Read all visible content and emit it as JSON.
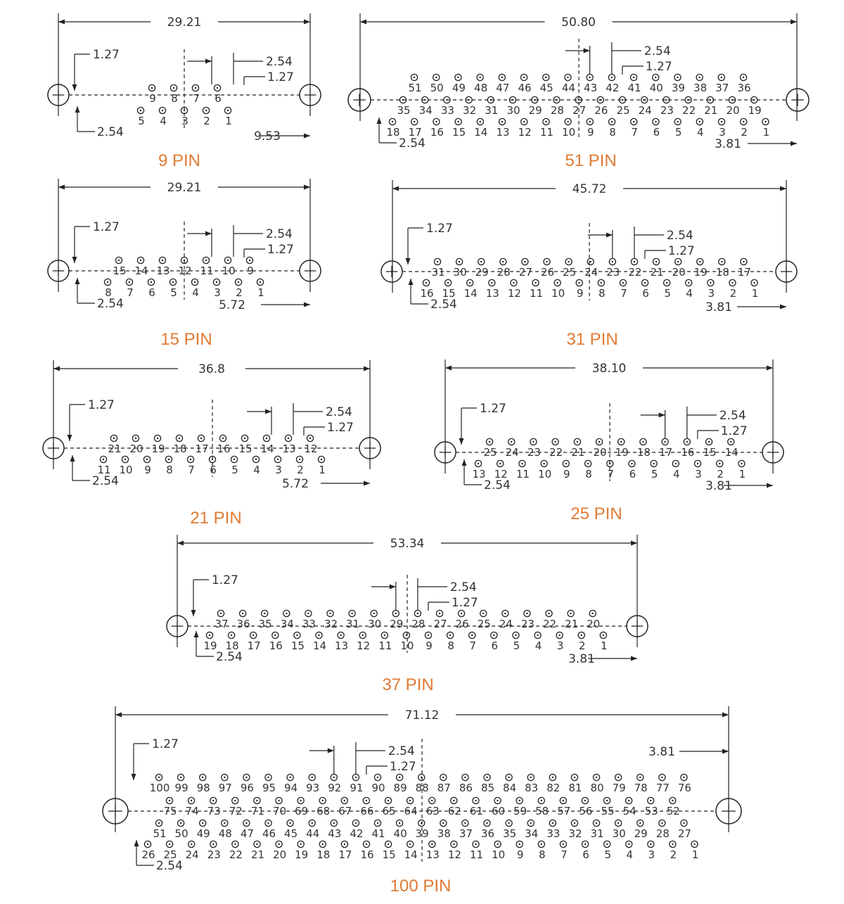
{
  "connectors": [
    {
      "id": "p9",
      "title": "9 PIN",
      "overall_width": "29.21",
      "pitch": "2.54",
      "half_pitch": "1.27",
      "row_offset": "2.54",
      "side_offset_label": "1.27",
      "edge_offset": "9.53",
      "rows": [
        [
          "9",
          "8",
          "7",
          "6"
        ],
        [
          "5",
          "4",
          "3",
          "2",
          "1"
        ]
      ]
    },
    {
      "id": "p51",
      "title": "51 PIN",
      "overall_width": "50.80",
      "pitch": "2.54",
      "half_pitch": "1.27",
      "row_offset": "2.54",
      "edge_offset": "3.81",
      "rows": [
        [
          "51",
          "50",
          "49",
          "48",
          "47",
          "46",
          "45",
          "44",
          "43",
          "42",
          "41",
          "40",
          "39",
          "38",
          "37",
          "36"
        ],
        [
          "35",
          "34",
          "33",
          "32",
          "31",
          "30",
          "29",
          "28",
          "27",
          "26",
          "25",
          "24",
          "23",
          "22",
          "21",
          "20",
          "19"
        ],
        [
          "18",
          "17",
          "16",
          "15",
          "14",
          "13",
          "12",
          "11",
          "10",
          "9",
          "8",
          "7",
          "6",
          "5",
          "4",
          "3",
          "2",
          "1"
        ]
      ]
    },
    {
      "id": "p15",
      "title": "15 PIN",
      "overall_width": "29.21",
      "pitch": "2.54",
      "half_pitch": "1.27",
      "row_offset": "2.54",
      "side_offset_label": "1.27",
      "edge_offset": "5.72",
      "rows": [
        [
          "15",
          "14",
          "13",
          "12",
          "11",
          "10",
          "9"
        ],
        [
          "8",
          "7",
          "6",
          "5",
          "4",
          "3",
          "2",
          "1"
        ]
      ]
    },
    {
      "id": "p31",
      "title": "31 PIN",
      "overall_width": "45.72",
      "pitch": "2.54",
      "half_pitch": "1.27",
      "row_offset": "2.54",
      "side_offset_label": "1.27",
      "edge_offset": "3.81",
      "rows": [
        [
          "31",
          "30",
          "29",
          "28",
          "27",
          "26",
          "25",
          "24",
          "23",
          "22",
          "21",
          "20",
          "19",
          "18",
          "17"
        ],
        [
          "16",
          "15",
          "14",
          "13",
          "12",
          "11",
          "10",
          "9",
          "8",
          "7",
          "6",
          "5",
          "4",
          "3",
          "2",
          "1"
        ]
      ]
    },
    {
      "id": "p21",
      "title": "21 PIN",
      "overall_width": "36.8",
      "pitch": "2.54",
      "half_pitch": "1.27",
      "row_offset": "2.54",
      "side_offset_label": "1.27",
      "edge_offset": "5.72",
      "rows": [
        [
          "21",
          "20",
          "19",
          "18",
          "17",
          "16",
          "15",
          "14",
          "13",
          "12"
        ],
        [
          "11",
          "10",
          "9",
          "8",
          "7",
          "6",
          "5",
          "4",
          "3",
          "2",
          "1"
        ]
      ]
    },
    {
      "id": "p25",
      "title": "25 PIN",
      "overall_width": "38.10",
      "pitch": "2.54",
      "half_pitch": "1.27",
      "row_offset": "2.54",
      "side_offset_label": "1.27",
      "edge_offset": "3.81",
      "rows": [
        [
          "25",
          "24",
          "23",
          "22",
          "21",
          "20",
          "19",
          "18",
          "17",
          "16",
          "15",
          "14"
        ],
        [
          "13",
          "12",
          "11",
          "10",
          "9",
          "8",
          "7",
          "6",
          "5",
          "4",
          "3",
          "2",
          "1"
        ]
      ]
    },
    {
      "id": "p37",
      "title": "37 PIN",
      "overall_width": "53.34",
      "pitch": "2.54",
      "half_pitch": "1.27",
      "row_offset": "2.54",
      "side_offset_label": "1.27",
      "edge_offset": "3.81",
      "rows": [
        [
          "37",
          "36",
          "35",
          "34",
          "33",
          "32",
          "31",
          "30",
          "29",
          "28",
          "27",
          "26",
          "25",
          "24",
          "23",
          "22",
          "21",
          "20"
        ],
        [
          "19",
          "18",
          "17",
          "16",
          "15",
          "14",
          "13",
          "12",
          "11",
          "10",
          "9",
          "8",
          "7",
          "6",
          "5",
          "4",
          "3",
          "2",
          "1"
        ]
      ]
    },
    {
      "id": "p100",
      "title": "100 PIN",
      "overall_width": "71.12",
      "pitch": "2.54",
      "half_pitch": "1.27",
      "row_offset": "2.54",
      "side_offset_label": "1.27",
      "edge_offset": "3.81",
      "rows": [
        [
          "100",
          "99",
          "98",
          "97",
          "96",
          "95",
          "94",
          "93",
          "92",
          "91",
          "90",
          "89",
          "88",
          "87",
          "86",
          "85",
          "84",
          "83",
          "82",
          "81",
          "80",
          "79",
          "78",
          "77",
          "76"
        ],
        [
          "75",
          "74",
          "73",
          "72",
          "71",
          "70",
          "69",
          "68",
          "67",
          "66",
          "65",
          "64",
          "63",
          "62",
          "61",
          "60",
          "59",
          "58",
          "57",
          "56",
          "55",
          "54",
          "53",
          "52"
        ],
        [
          "51",
          "50",
          "49",
          "48",
          "47",
          "46",
          "45",
          "44",
          "43",
          "42",
          "41",
          "40",
          "39",
          "38",
          "37",
          "36",
          "35",
          "34",
          "33",
          "32",
          "31",
          "30",
          "29",
          "28",
          "27"
        ],
        [
          "26",
          "25",
          "24",
          "23",
          "22",
          "21",
          "20",
          "19",
          "18",
          "17",
          "16",
          "15",
          "14",
          "13",
          "12",
          "11",
          "10",
          "9",
          "8",
          "7",
          "6",
          "5",
          "4",
          "3",
          "2",
          "1"
        ]
      ]
    }
  ],
  "colors": {
    "line": "#222222",
    "text": "#333333",
    "title": "#e07a34"
  }
}
